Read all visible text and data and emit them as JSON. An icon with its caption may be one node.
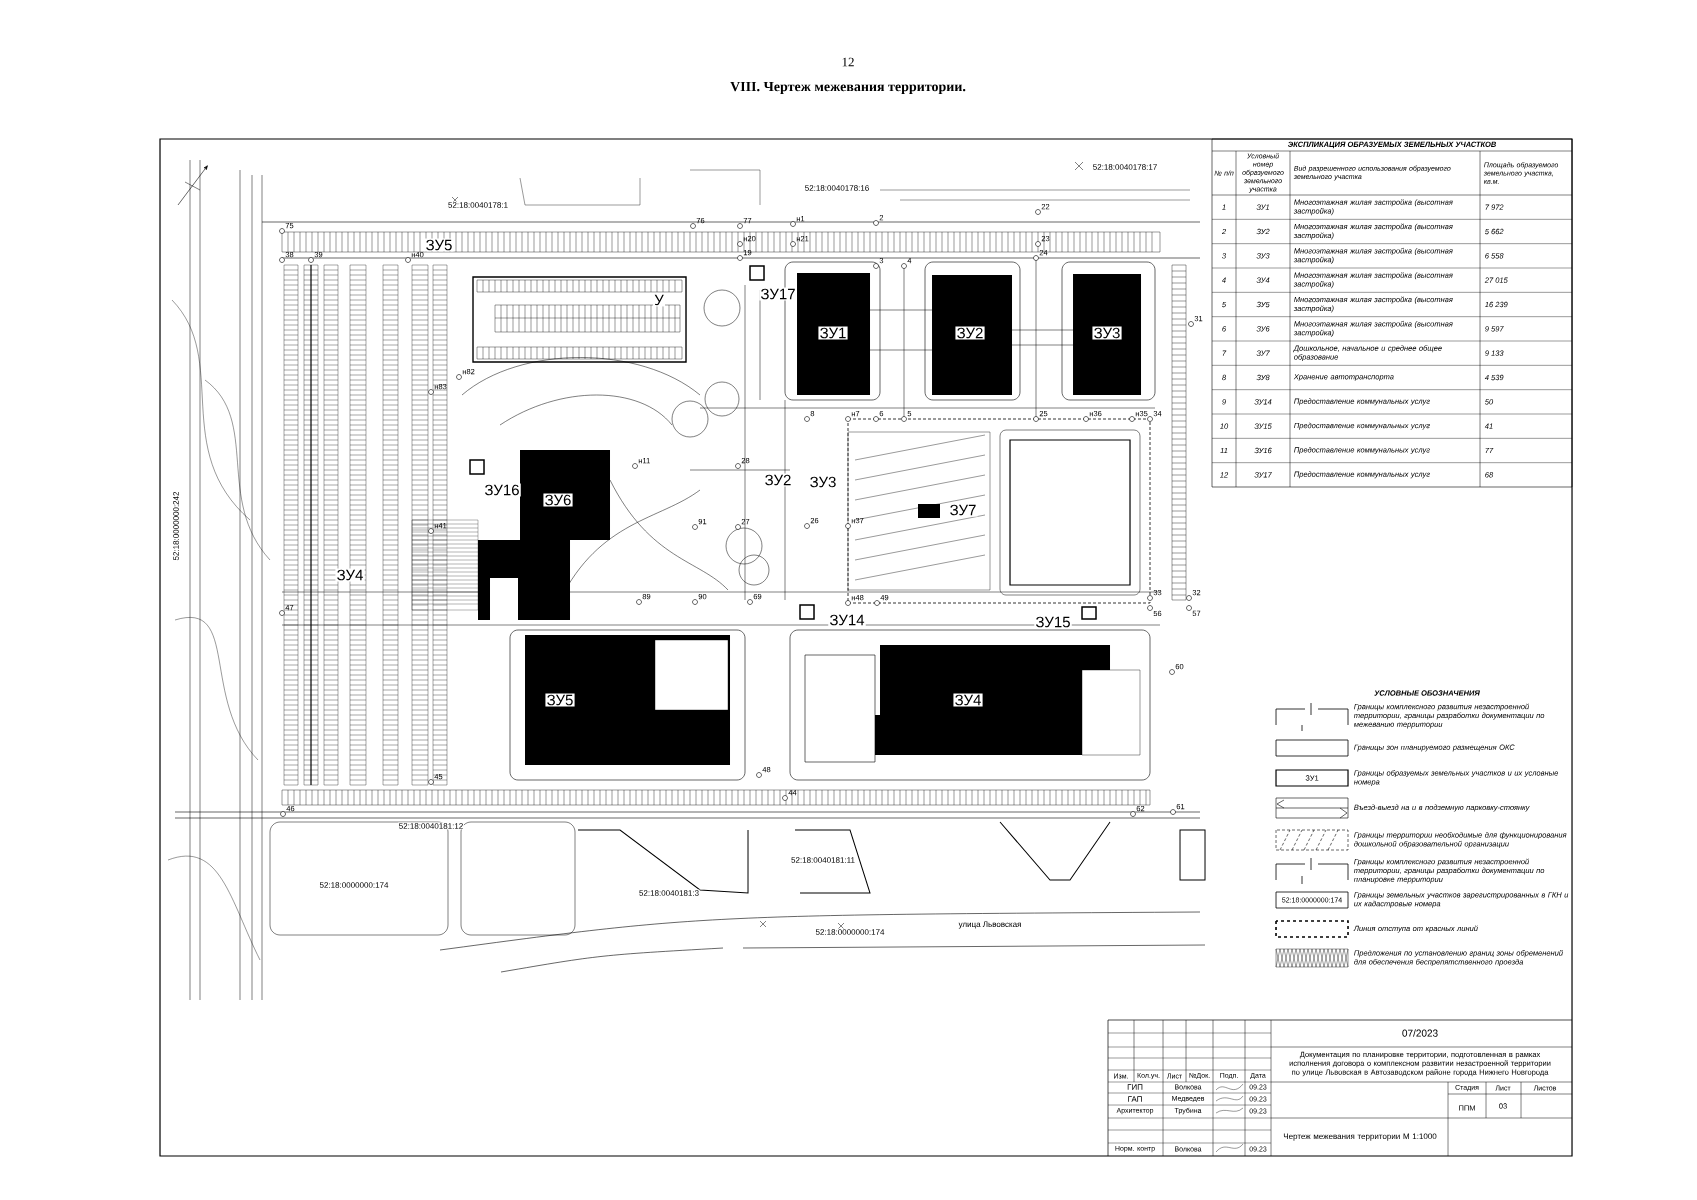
{
  "diagram": {
    "title": "VIII. Чертеж межевания территории.",
    "labels": [
      "12",
      "52:18:0040178:17",
      "52:18:0040178:16",
      "52:18:0040178:1",
      "75",
      "76",
      "77",
      "н1",
      "2",
      "22",
      "ЗУ5",
      "н20",
      "н21",
      "23",
      "38",
      "39",
      "н40",
      "19",
      "3",
      "4",
      "24",
      "У",
      "ЗУ17",
      "ЗУ1",
      "ЗУ2",
      "ЗУ3",
      "31",
      "н82",
      "н83",
      "8",
      "н7",
      "6",
      "5",
      "25",
      "н36",
      "н35",
      "34",
      "н11",
      "28",
      "ЗУ16",
      "ЗУ6",
      "ЗУ2",
      "ЗУ3",
      "ЗУ7",
      "52:18:0000000:242",
      "н41",
      "91",
      "27",
      "26",
      "н37",
      "ЗУ4",
      "89",
      "90",
      "69",
      "н48",
      "49",
      "33",
      "32",
      "47",
      "ЗУ14",
      "ЗУ15",
      "56",
      "57",
      "60",
      "ЗУ5",
      "ЗУ4",
      "45",
      "48",
      "44",
      "46",
      "62",
      "61",
      "52:18:0040181:12",
      "52:18:0040181:11",
      "52:18:0000000:174",
      "52:18:0040181:3",
      "52:18:0000000:174",
      "улица Львовская",
      "ЭКСПЛИКАЦИЯ ОБРАЗУЕМЫХ ЗЕМЕЛЬНЫХ УЧАСТКОВ",
      "№ п/п",
      "Условный номер образуемого земельного участка",
      "Вид разрешенного использования образуемого земельного участка",
      "Площадь образуемого земельного участка, кв.м.",
      "1",
      "ЗУ1",
      "Многоэтажная жилая застройка (высотная застройка)",
      "7 972",
      "2",
      "ЗУ2",
      "Многоэтажная жилая застройка (высотная застройка)",
      "5 662",
      "3",
      "ЗУ3",
      "Многоэтажная жилая застройка (высотная застройка)",
      "6 558",
      "4",
      "ЗУ4",
      "Многоэтажная жилая застройка (высотная застройка)",
      "27 015",
      "5",
      "ЗУ5",
      "Многоэтажная жилая застройка (высотная застройка)",
      "16 239",
      "6",
      "ЗУ6",
      "Многоэтажная жилая застройка (высотная застройка)",
      "9 597",
      "7",
      "ЗУ7",
      "Дошкольное, начальное и среднее общее образование",
      "9 133",
      "8",
      "ЗУ8",
      "Хранение автотранспорта",
      "4 539",
      "9",
      "ЗУ14",
      "Предоставление коммунальных услуг",
      "50",
      "10",
      "ЗУ15",
      "Предоставление коммунальных услуг",
      "41",
      "11",
      "ЗУ16",
      "Предоставление коммунальных услуг",
      "77",
      "12",
      "ЗУ17",
      "Предоставление коммунальных услуг",
      "68",
      "УСЛОВНЫЕ ОБОЗНАЧЕНИЯ",
      "ЗУ1",
      "52:18:0000000:174",
      "07/2023",
      "Документация по планировке территории, подготовленная в рамках исполнения договора о комплексном развитии незастроенной территории по улице Львовская в Автозаводском районе города Нижнего Новгорода",
      "Изм.",
      "Кол.уч.",
      "Лист",
      "№Док.",
      "Подп.",
      "Дата",
      "ГИП",
      "Волкова",
      "09.23",
      "ГАП",
      "Медведев",
      "09.23",
      "Архитектор",
      "Трубина",
      "09.23",
      "Стадия",
      "Лист",
      "Листов",
      "ППМ",
      "03",
      "Чертеж межевания территории М 1:1000",
      "Норм. контр",
      "Волкова",
      "09.23"
    ],
    "legend": [
      {
        "text": "Границы комплексного развития незастроенной территории, границы разработки документации по межеванию территории"
      },
      {
        "text": "Границы зон планируемого размещения ОКС"
      },
      {
        "text": "Границы образуемых земельных участков и их условные номера"
      },
      {
        "text": "Въезд-выезд на и в подземную парковку-стоянку"
      },
      {
        "text": "Границы территории необходимые для функционирования дошкольной образовательной организации"
      },
      {
        "text": "Границы комплексного развития незастроенной территории, границы разработки документации по планировке территории"
      },
      {
        "text": "Границы земельных участков зарегистрированных в ГКН и их кадастровые номера"
      },
      {
        "text": "Линия отступа от красных линий"
      },
      {
        "text": "Предложения по установлению границ зоны обременений для обеспечения беспрепятственного проезда"
      }
    ]
  }
}
